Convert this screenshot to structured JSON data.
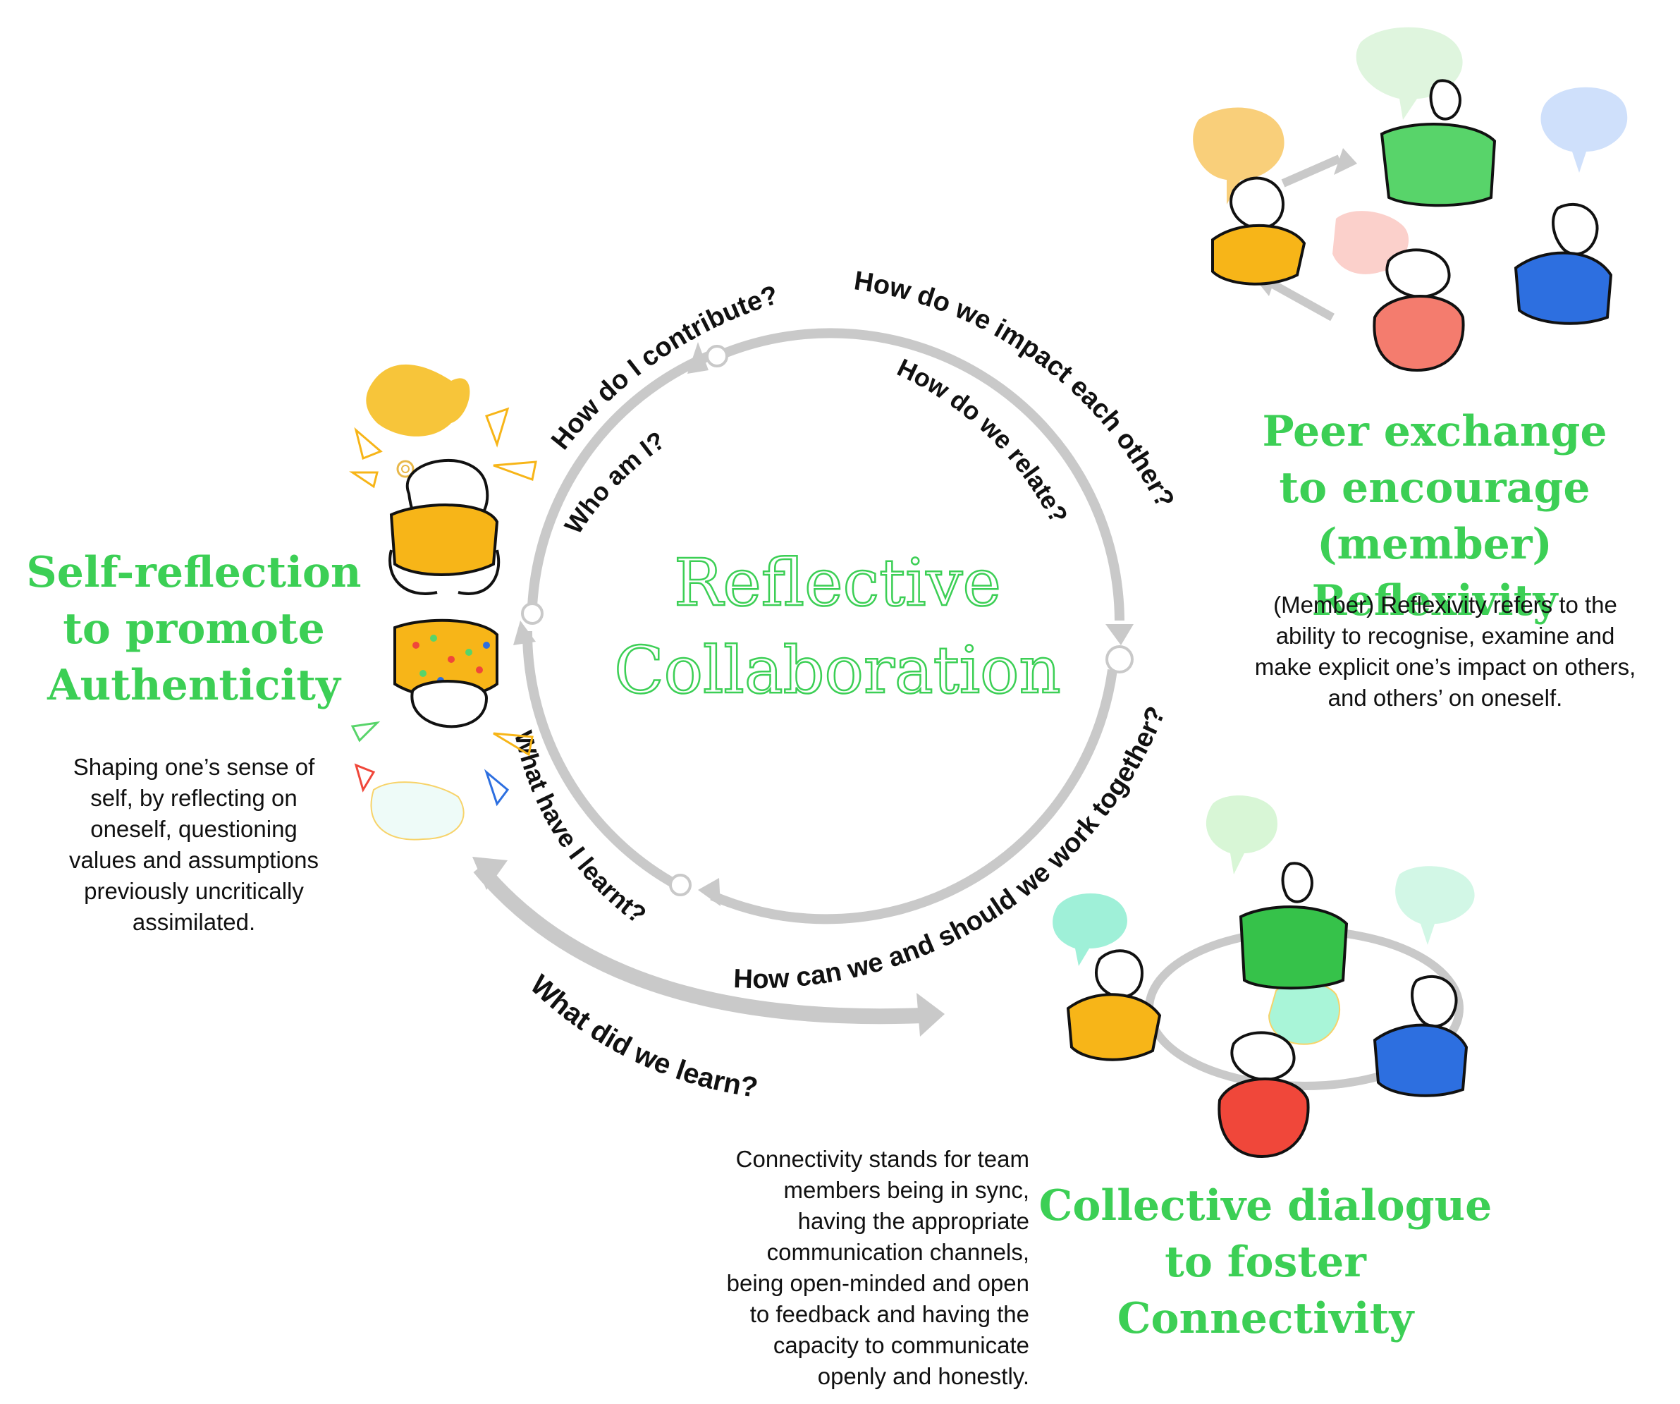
{
  "center_title": [
    "Reflective",
    "Collaboration"
  ],
  "questions": {
    "who_am_i": "Who am I?",
    "how_do_i_contribute": "How do I contribute?",
    "how_do_we_impact": "How do we impact each other?",
    "how_do_we_relate": "How do we relate?",
    "how_work_together": "How can we and should we work together?",
    "what_have_i_learnt": "What have I learnt?",
    "what_did_we_learn": "What did we learn?"
  },
  "self_reflection": {
    "heading": [
      "Self-reflection",
      "to promote",
      "Authenticity"
    ],
    "description": [
      "Shaping one’s sense of",
      "self, by reflecting on",
      "oneself,  questioning",
      "values and assumptions",
      "previously uncritically",
      "assimilated."
    ]
  },
  "peer_exchange": {
    "heading": [
      "Peer exchange",
      "to encourage",
      "(member) Reflexivity"
    ],
    "description": [
      "(Member) Reflexivity refers to the",
      "ability to recognise, examine and",
      "make explicit one’s impact on others,",
      "and others’ on oneself."
    ]
  },
  "collective_dialogue": {
    "heading": [
      "Collective dialogue",
      "to foster",
      "Connectivity"
    ],
    "description": [
      "Connectivity stands for team",
      "members being in sync,",
      "having the appropriate",
      "communication channels,",
      "being open-minded and open",
      "to feedback and having the",
      "capacity to communicate",
      "openly and honestly."
    ]
  },
  "colors": {
    "green": "#3ccf55",
    "arrow_gray": "#c9c9c9",
    "orange": "#f7b518",
    "red": "#f0473a",
    "blue": "#2d6fe0",
    "jacket_green": "#58d46a"
  }
}
